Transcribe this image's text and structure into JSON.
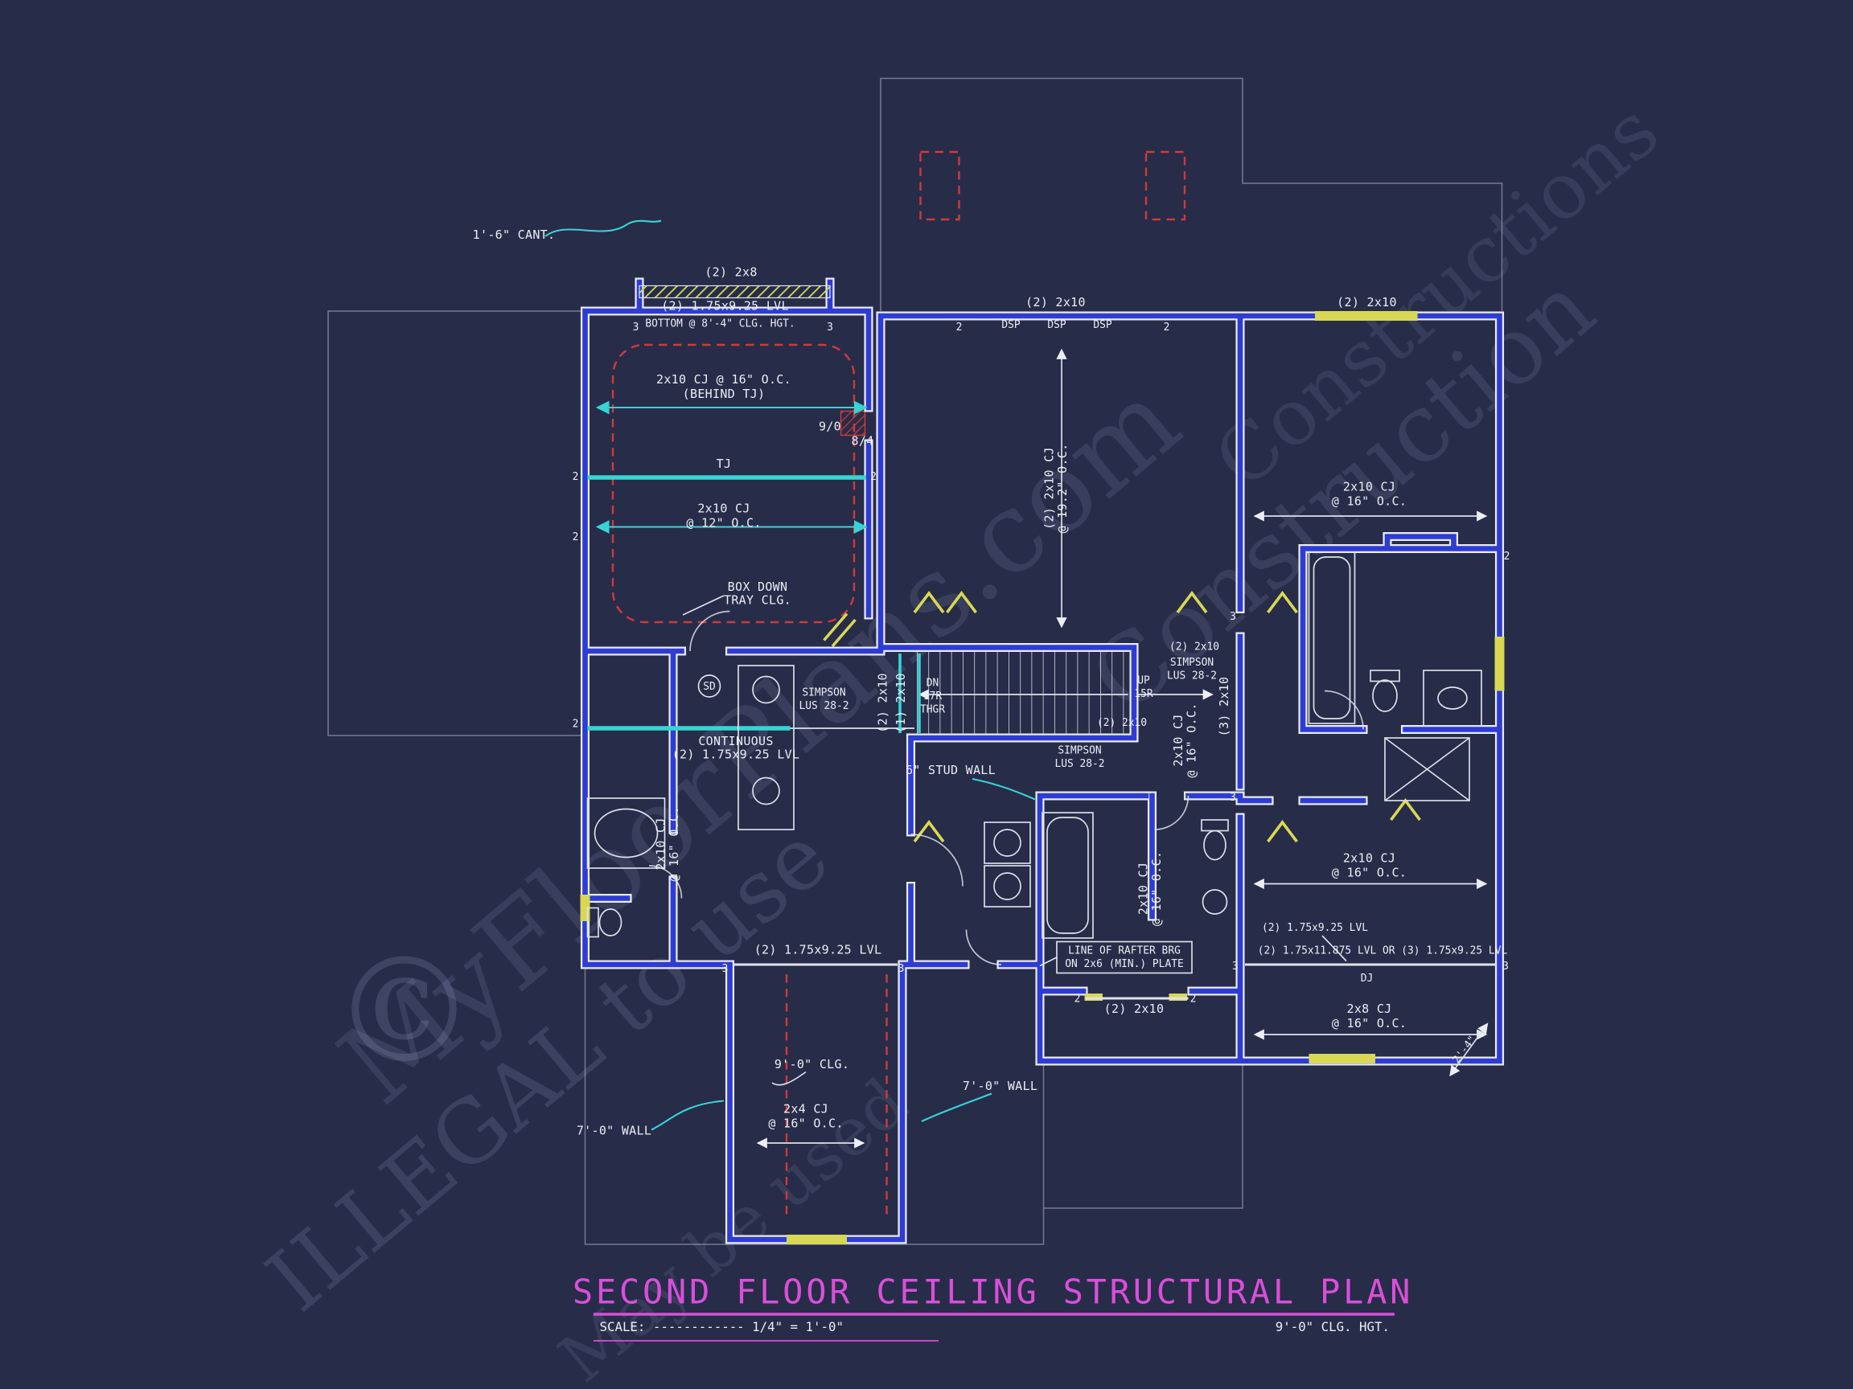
{
  "colors": {
    "background": "#272c49",
    "wall": "#2e3cd4",
    "cyan": "#38d4d4",
    "yellow": "#d8d855",
    "red": "#cf3a3a",
    "magenta": "#d94fd9",
    "white": "#eceef5"
  },
  "watermark": {
    "copyright": "©",
    "line1": "MyFloorPlans.com",
    "line2": "ILLEGAL to use",
    "line3": "Construction",
    "line4": "May be used",
    "line5": "Constructions"
  },
  "title": {
    "text": "SECOND FLOOR CEILING STRUCTURAL PLAN",
    "scale": "SCALE: ------------ 1/4\" = 1'-0\"",
    "ceiling": "9'-0\" CLG. HGT."
  },
  "labels": {
    "cant": "1'-6\" CANT.",
    "beam2x8": "(2) 2x8",
    "lvl925": "(2) 1.75x9.25 LVL",
    "bottom_clg": "BOTTOM @ 8'-4\" CLG. HGT.",
    "cj16_a": "2x10 CJ @ 16\" O.C.",
    "behind_tj": "(BEHIND TJ)",
    "d90": "9/0",
    "d84": "8/4",
    "tj": "TJ",
    "cj2x10": "2x10 CJ",
    "oc12": "@ 12\" O.C.",
    "oc16": "@ 16\" O.C.",
    "oc192": "@ 19.2\" O.C.",
    "box_down": "BOX DOWN",
    "tray_clg": "TRAY CLG.",
    "b2x10": "(2) 2x10",
    "b1x10": "(1) 2x10",
    "b3x10": "(3) 2x10",
    "b2x10cj": "(2) 2x10 CJ",
    "dsp": "DSP",
    "simpson": "SIMPSON",
    "lus": "LUS 28-2",
    "dn": "DN",
    "r17": "17R",
    "thgr": "THGR",
    "up": "UP",
    "r15": "15R",
    "continuous": "CONTINUOUS",
    "stud_wall": "6\" STUD WALL",
    "sd": "SD",
    "rafter1": "LINE OF RAFTER BRG",
    "rafter2": "ON 2x6 (MIN.) PLATE",
    "lvl_big": "(2) 1.75x11.875 LVL OR (3) 1.75x9.25 LVL",
    "dj": "DJ",
    "cj2x8": "2x8 CJ",
    "cj2x4": "2x4 CJ",
    "clg90": "9'-0\" CLG.",
    "wall70": "7'-0\" WALL",
    "dim24": "2'-4\"",
    "m2": "2",
    "m3": "3"
  }
}
